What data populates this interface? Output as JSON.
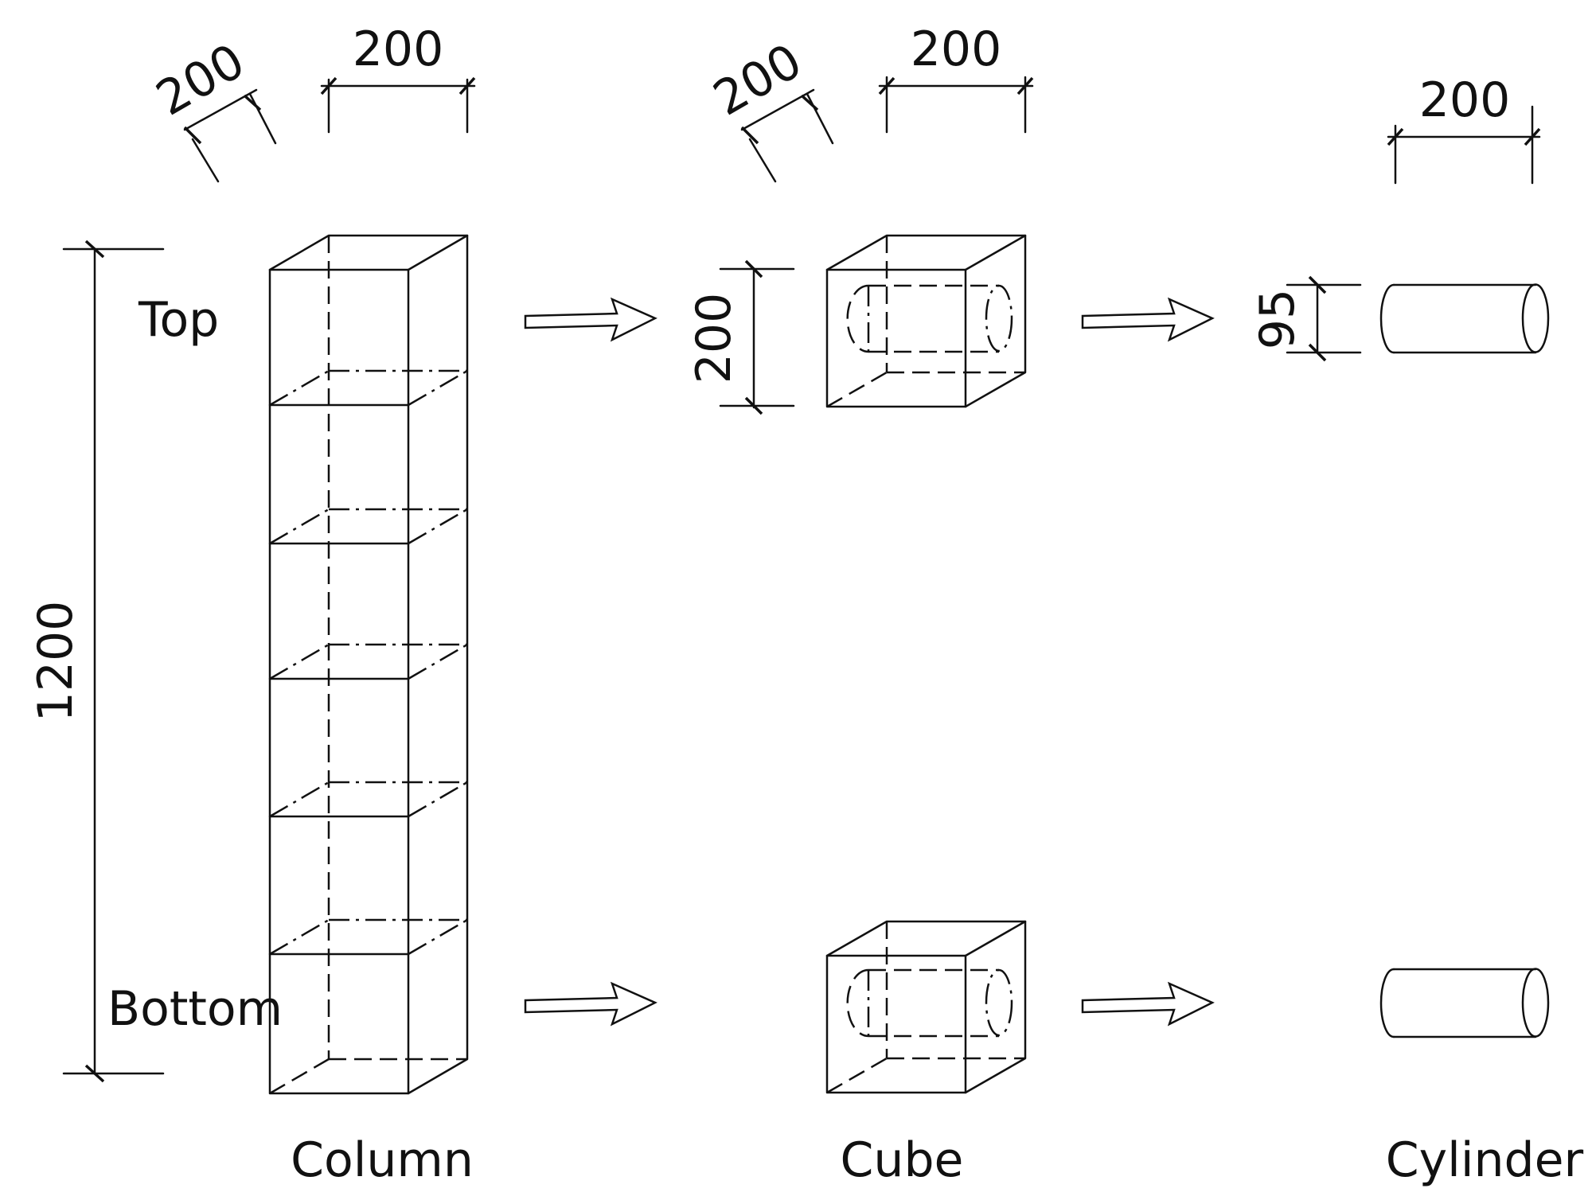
{
  "dimensions": {
    "column_depth": "200",
    "column_width": "200",
    "column_height": "1200",
    "cube_depth": "200",
    "cube_width": "200",
    "cube_height": "200",
    "cylinder_diameter": "95",
    "cylinder_length": "200"
  },
  "labels": {
    "top": "Top",
    "bottom": "Bottom",
    "column": "Column",
    "cube": "Cube",
    "cylinder": "Cylinder"
  },
  "colors": {
    "line": "#111111",
    "background": "#ffffff"
  }
}
